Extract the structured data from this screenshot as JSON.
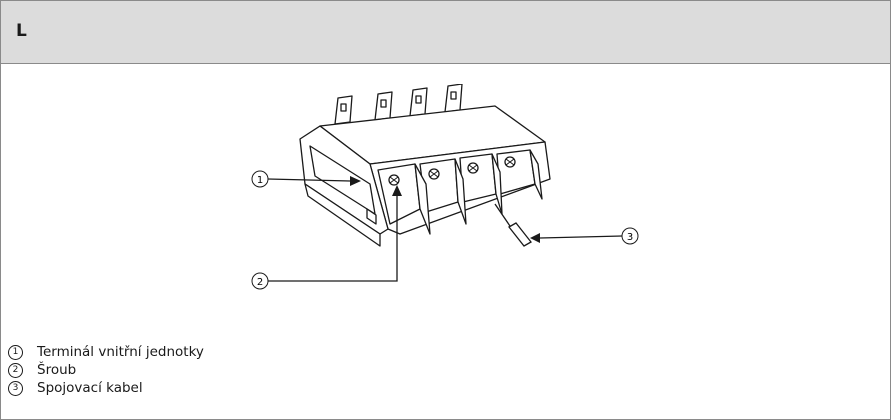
{
  "header": {
    "label": "L"
  },
  "figure": {
    "callouts": [
      "1",
      "2",
      "3"
    ]
  },
  "legend": [
    {
      "num": "1",
      "text": "Terminál vnitřní jednotky"
    },
    {
      "num": "2",
      "text": "Šroub"
    },
    {
      "num": "3",
      "text": "Spojovací kabel"
    }
  ]
}
